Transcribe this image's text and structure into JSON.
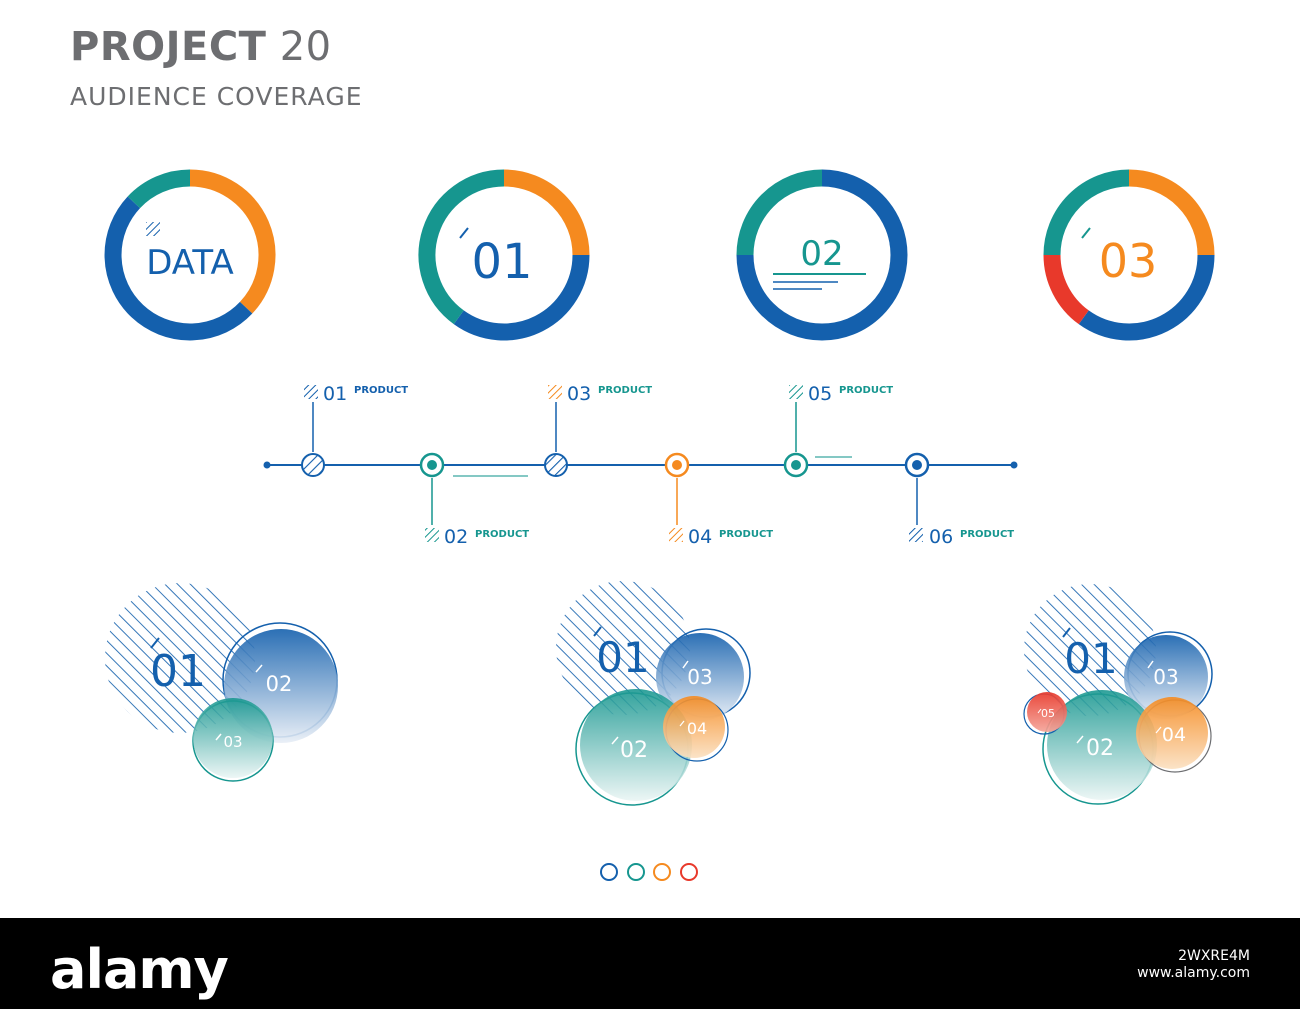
{
  "header": {
    "title_bold": "PROJECT",
    "title_num": "20",
    "subtitle": "AUDIENCE COVERAGE"
  },
  "colors": {
    "blue": "#1460ad",
    "teal": "#16968f",
    "orange": "#f58a1f",
    "red": "#e8392b",
    "grey": "#6d6e71"
  },
  "rings": [
    {
      "label": "DATA",
      "segments": [
        {
          "color": "orange",
          "fraction": 0.37
        },
        {
          "color": "blue",
          "fraction": 0.5
        },
        {
          "color": "teal",
          "fraction": 0.13
        }
      ]
    },
    {
      "label": "01",
      "segments": [
        {
          "color": "orange",
          "fraction": 0.25
        },
        {
          "color": "blue",
          "fraction": 0.35
        },
        {
          "color": "teal",
          "fraction": 0.4
        }
      ]
    },
    {
      "label": "02",
      "segments": [
        {
          "color": "blue",
          "fraction": 0.75
        },
        {
          "color": "teal",
          "fraction": 0.25
        }
      ]
    },
    {
      "label": "03",
      "segments": [
        {
          "color": "orange",
          "fraction": 0.25
        },
        {
          "color": "blue",
          "fraction": 0.35
        },
        {
          "color": "red",
          "fraction": 0.15
        },
        {
          "color": "teal",
          "fraction": 0.25
        }
      ]
    }
  ],
  "timeline": [
    {
      "num": "01",
      "label": "PRODUCT",
      "color": "blue",
      "position": "above"
    },
    {
      "num": "02",
      "label": "PRODUCT",
      "color": "teal",
      "position": "below"
    },
    {
      "num": "03",
      "label": "PRODUCT",
      "color": "orange",
      "position": "above"
    },
    {
      "num": "04",
      "label": "PRODUCT",
      "color": "orange",
      "position": "below"
    },
    {
      "num": "05",
      "label": "PRODUCT",
      "color": "teal",
      "position": "above"
    },
    {
      "num": "06",
      "label": "PRODUCT",
      "color": "blue",
      "position": "below"
    }
  ],
  "clusters": [
    {
      "labels": [
        "01",
        "02",
        "03"
      ]
    },
    {
      "labels": [
        "01",
        "03",
        "02",
        "04"
      ]
    },
    {
      "labels": [
        "01",
        "03",
        "02",
        "04",
        "05"
      ]
    }
  ],
  "footer": {
    "logo": "alamy",
    "image_id": "2WXRE4M",
    "url": "www.alamy.com"
  }
}
